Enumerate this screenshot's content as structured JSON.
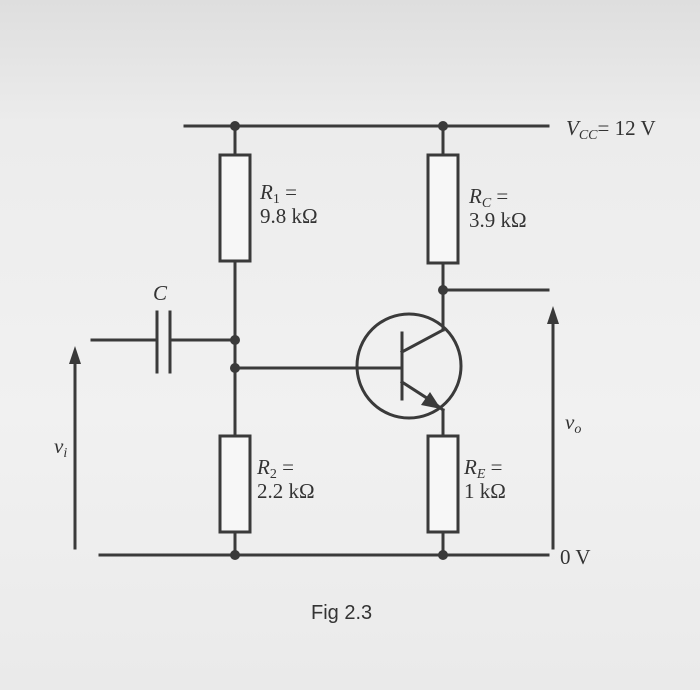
{
  "diagram": {
    "supply": {
      "symbol": "V",
      "subscript": "CC",
      "value": "= 12 V"
    },
    "ground": {
      "label": "0 V"
    },
    "r1": {
      "symbol": "R",
      "subscript": "1",
      "eq": " =",
      "value": "9.8 kΩ"
    },
    "r2": {
      "symbol": "R",
      "subscript": "2",
      "eq": " =",
      "value": "2.2 kΩ"
    },
    "rc": {
      "symbol": "R",
      "subscript": "C",
      "eq": " =",
      "value": "3.9 kΩ"
    },
    "re": {
      "symbol": "R",
      "subscript": "E",
      "eq": " =",
      "value": "1 kΩ"
    },
    "capacitor": {
      "label": "C"
    },
    "input": {
      "symbol": "v",
      "subscript": "i"
    },
    "output": {
      "symbol": "v",
      "subscript": "o"
    },
    "caption": "Fig 2.3"
  }
}
